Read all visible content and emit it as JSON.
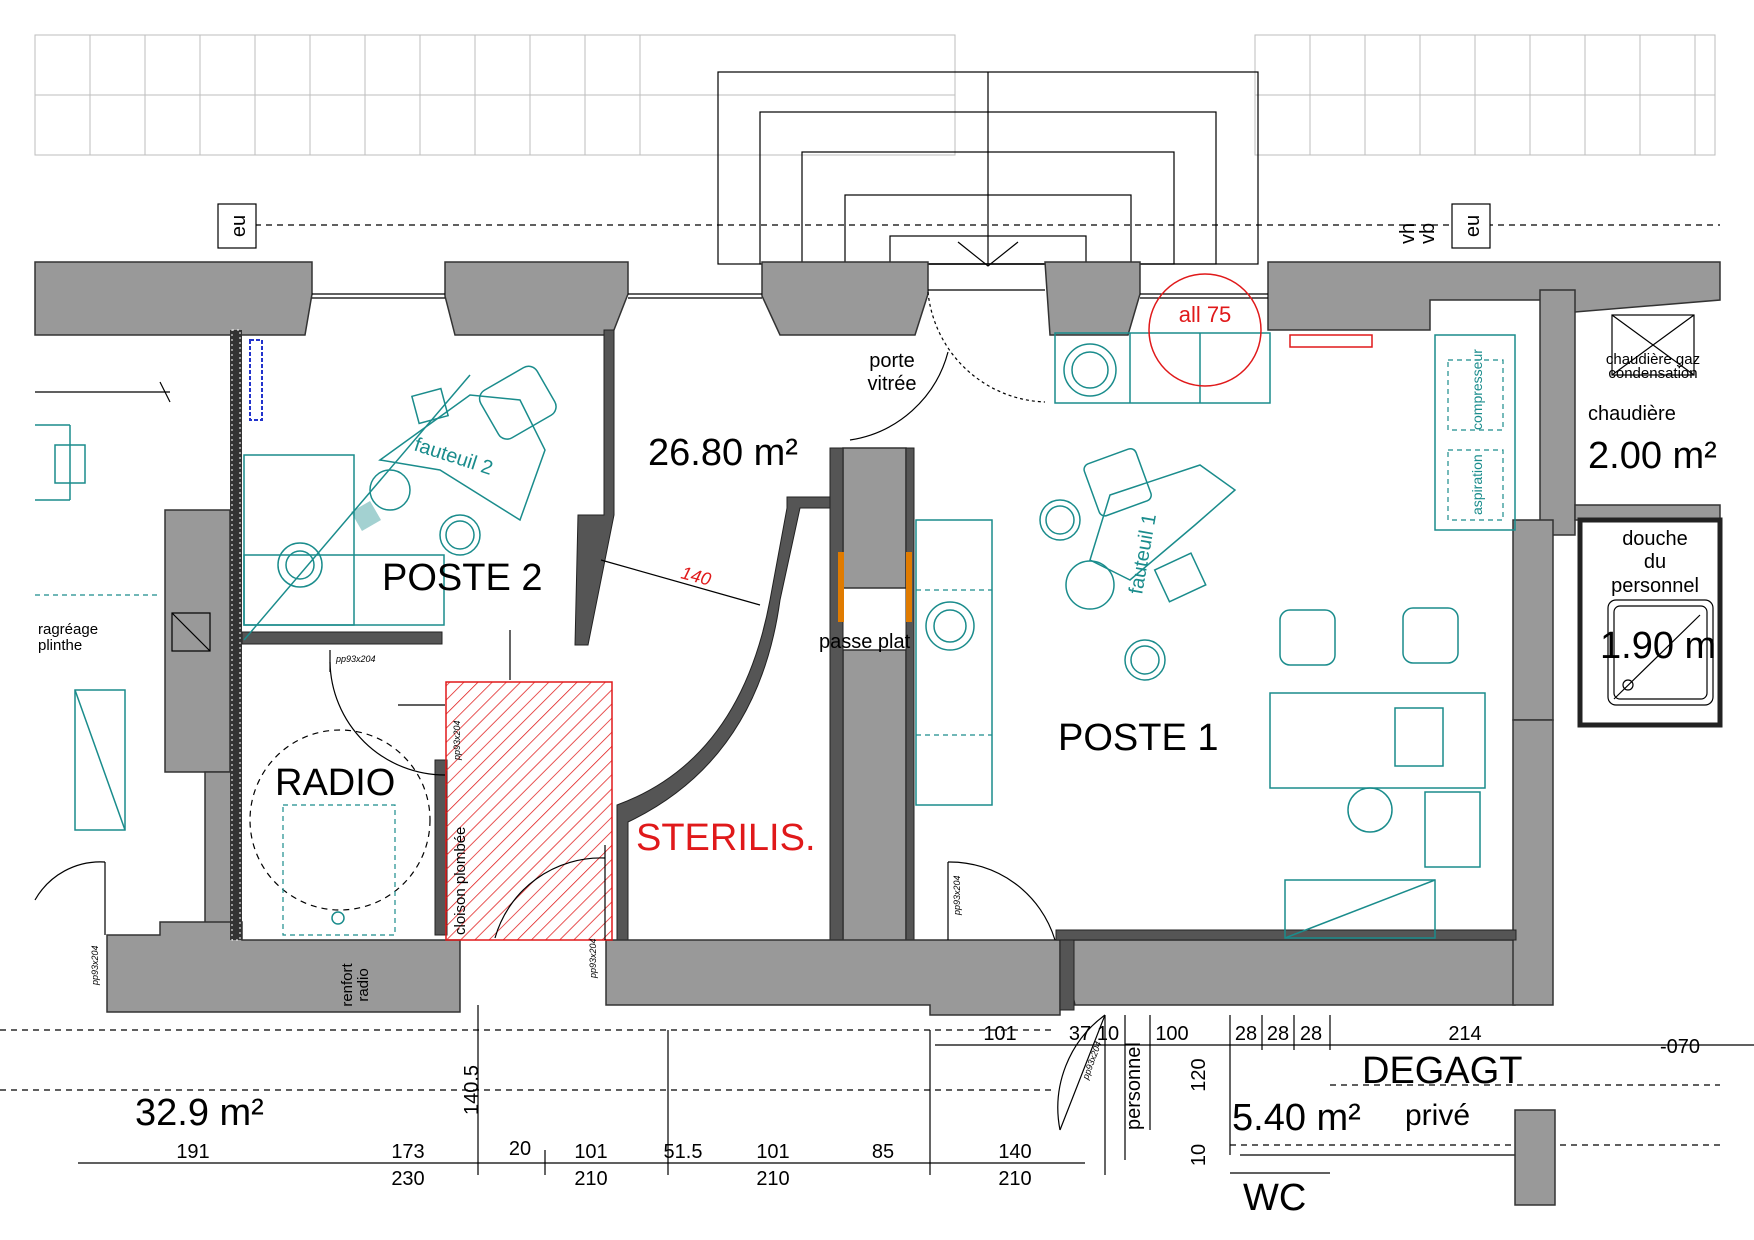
{
  "colors": {
    "wall": "#999999",
    "accent_teal": "#1a8c8c",
    "accent_red": "#e0191a",
    "insulation_blue": "#2233cc",
    "door_orange": "#e07b00"
  },
  "rooms": {
    "main_area": "26.80 m²",
    "poste2": "POSTE 2",
    "poste1": "POSTE 1",
    "radio": "RADIO",
    "sterilis": "STERILIS.",
    "chaudiere": "chaudière",
    "chaudiere_area": "2.00 m²",
    "douche_line1": "douche",
    "douche_line2": "du",
    "douche_line3": "personnel",
    "douche_area": "1.90 m",
    "bottom_left_area": "32.9 m²",
    "degagt_line1": "DEGAGT",
    "degagt_line2": "privé",
    "degagt_area": "5.40 m²",
    "wc": "WC"
  },
  "labels": {
    "eu_left": "eu",
    "eu_right": "eu",
    "vh": "vh",
    "vb": "vb",
    "all75": "all 75",
    "porte_vitree_1": "porte",
    "porte_vitree_2": "vitrée",
    "fauteuil2": "fauteuil 2",
    "fauteuil1": "fauteuil 1",
    "passe_plat": "passe plat",
    "ragreage": "ragréage",
    "plinthe": "plinthe",
    "cloison_plombee": "cloison plombée",
    "renfort_radio_1": "renfort",
    "renfort_radio_2": "radio",
    "chaudiere_gaz_1": "chaudière gaz",
    "chaudiere_gaz_2": "condensation",
    "compresseur": "compresseur",
    "aspiration": "aspiration",
    "personnel": "personnel",
    "door_tag": "pp93x204",
    "dim_140_red": "140"
  },
  "dimensions": {
    "bottom_row1": [
      "191",
      "173",
      "20",
      "101",
      "51.5",
      "101",
      "85",
      "140"
    ],
    "bottom_row2": [
      "230",
      "210",
      "210",
      "210"
    ],
    "vertical_1405": "140.5",
    "right_row": [
      "101",
      "37",
      "10",
      "100",
      "28",
      "28",
      "28",
      "214"
    ],
    "vertical_120": "120",
    "vertical_10": "10",
    "level": "-070"
  }
}
